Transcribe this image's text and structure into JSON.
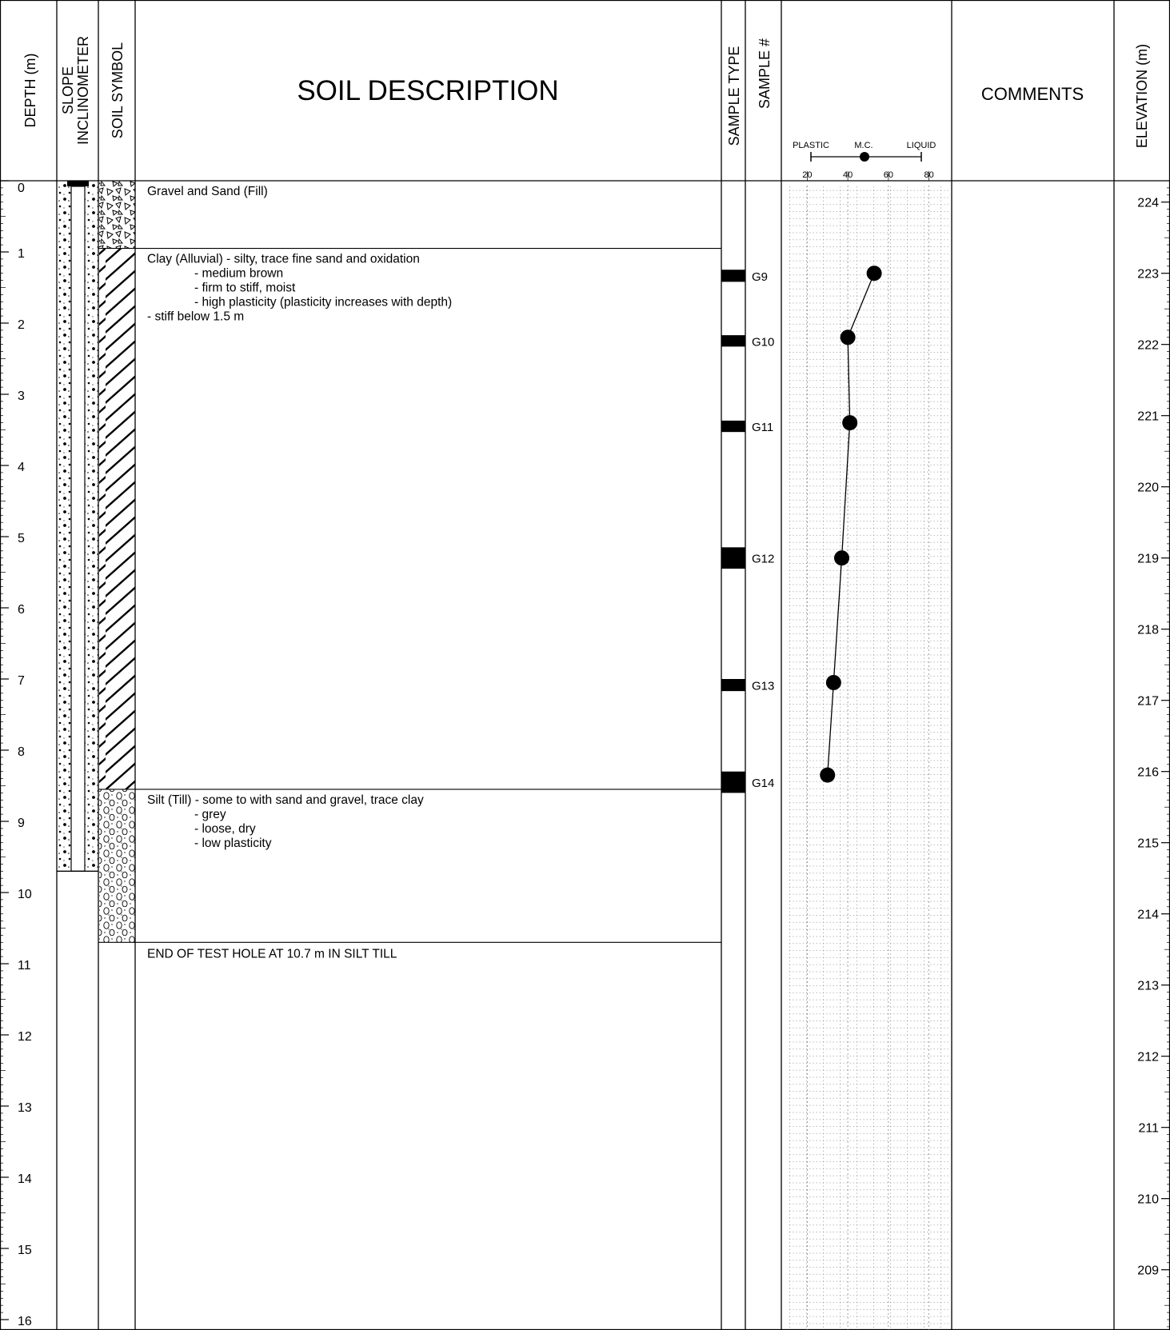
{
  "headers": {
    "depth": "DEPTH (m)",
    "inclinometer_line1": "SLOPE",
    "inclinometer_line2": "INCLINOMETER",
    "soil_symbol": "SOIL SYMBOL",
    "soil_description": "SOIL DESCRIPTION",
    "sample_type": "SAMPLE TYPE",
    "sample_number": "SAMPLE #",
    "comments": "COMMENTS",
    "elevation": "ELEVATION (m)"
  },
  "moisture_legend": {
    "plastic_label": "PLASTIC",
    "mc_label": "M.C.",
    "liquid_label": "LIQUID",
    "scale_ticks": [
      "20",
      "40",
      "60",
      "80"
    ]
  },
  "depth_scale": {
    "unit": "m",
    "min": 0,
    "max": 16,
    "labels": [
      "0",
      "1",
      "2",
      "3",
      "4",
      "5",
      "6",
      "7",
      "8",
      "9",
      "10",
      "11",
      "12",
      "13",
      "14",
      "15",
      "16"
    ]
  },
  "elevation_scale": {
    "labels": [
      "224",
      "223",
      "222",
      "221",
      "220",
      "219",
      "218",
      "217",
      "216",
      "215",
      "214",
      "213",
      "212",
      "211",
      "210",
      "209"
    ],
    "surface_elevation": 224.3
  },
  "inclinometer": {
    "bottom_depth": 9.7
  },
  "soil_layers": [
    {
      "name": "fill",
      "symbol": "gravel-sand-fill",
      "top": 0,
      "bottom": 0.95,
      "lines": [
        "Gravel and Sand (Fill)"
      ]
    },
    {
      "name": "clay",
      "symbol": "clay-hatch",
      "top": 0.95,
      "bottom": 8.55,
      "lines": [
        "Clay (Alluvial) - silty, trace fine sand and oxidation",
        "- medium brown",
        "- firm to stiff, moist",
        "- high plasticity (plasticity increases with depth)",
        "- stiff below 1.5 m"
      ],
      "indented": [
        false,
        true,
        true,
        true,
        false
      ]
    },
    {
      "name": "till",
      "symbol": "silt-till",
      "top": 8.55,
      "bottom": 10.7,
      "lines": [
        "Silt (Till) - some to with sand and gravel, trace clay",
        "- grey",
        "- loose, dry",
        "- low plasticity"
      ],
      "indented": [
        false,
        true,
        true,
        true
      ]
    }
  ],
  "end_of_hole": {
    "depth": 10.7,
    "text": "END OF TEST HOLE AT 10.7 m IN SILT TILL"
  },
  "samples": [
    {
      "id": "G9",
      "top": 1.25,
      "bottom": 1.42,
      "depth": 1.3
    },
    {
      "id": "G10",
      "top": 2.17,
      "bottom": 2.33,
      "depth": 2.2
    },
    {
      "id": "G11",
      "top": 3.37,
      "bottom": 3.53,
      "depth": 3.4
    },
    {
      "id": "G12",
      "top": 5.15,
      "bottom": 5.45,
      "depth": 5.3
    },
    {
      "id": "G13",
      "top": 7.0,
      "bottom": 7.17,
      "depth": 7.05
    },
    {
      "id": "G14",
      "top": 8.3,
      "bottom": 8.6,
      "depth": 8.35
    }
  ],
  "chart_data": {
    "type": "line",
    "title": "",
    "xlabel": "M.C.",
    "ylabel": "DEPTH (m)",
    "xlim": [
      10,
      90
    ],
    "ylim": [
      16,
      0
    ],
    "x_ticks": [
      20,
      40,
      60,
      80
    ],
    "grid": true,
    "series": [
      {
        "name": "M.C.",
        "points": [
          {
            "sample": "G9",
            "depth": 1.3,
            "mc": 53
          },
          {
            "sample": "G10",
            "depth": 2.2,
            "mc": 40
          },
          {
            "sample": "G11",
            "depth": 3.4,
            "mc": 41
          },
          {
            "sample": "G12",
            "depth": 5.3,
            "mc": 37
          },
          {
            "sample": "G13",
            "depth": 7.05,
            "mc": 33
          },
          {
            "sample": "G14",
            "depth": 8.35,
            "mc": 30
          }
        ]
      }
    ]
  }
}
